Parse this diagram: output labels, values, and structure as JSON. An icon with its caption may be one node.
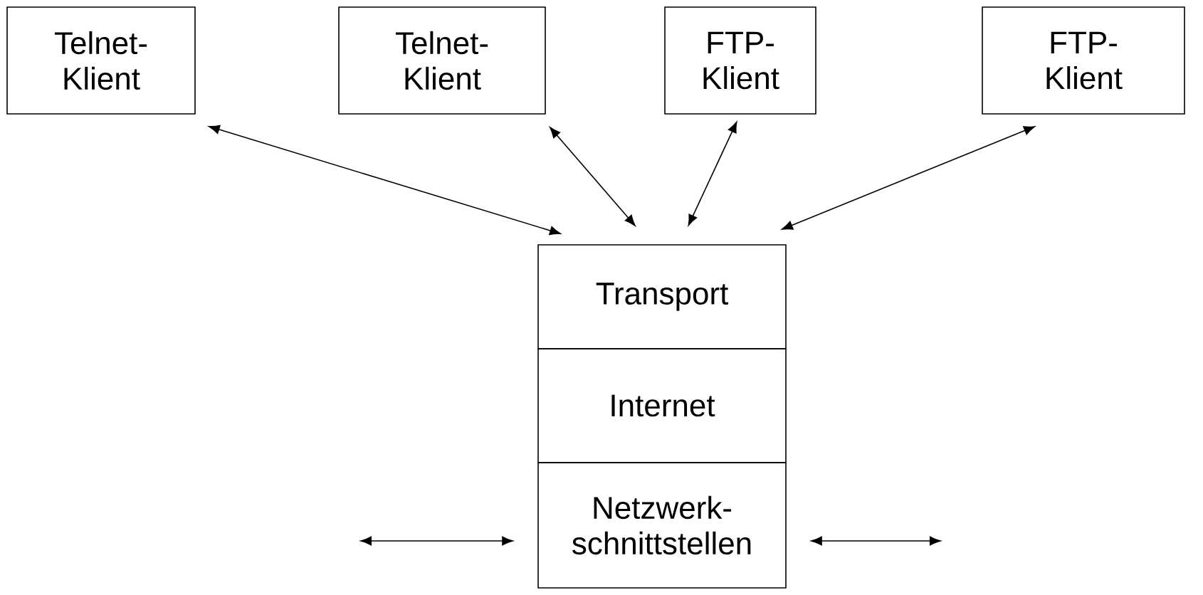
{
  "diagram": {
    "nodes": [
      {
        "text": [
          "Telnet- Klient"
        ]
      },
      {
        "text": [
          "Telnet- Klient"
        ]
      },
      {
        "text": [
          "FTP- Klient"
        ]
      },
      {
        "text": [
          "FTP- Klient"
        ]
      },
      {
        "text": [
          "Transport"
        ]
      },
      {
        "text": [
          "Internet"
        ]
      },
      {
        "text": [
          "Netzwerk- schnittstellen"
        ]
      }
    ],
    "edges": [
      {
        "from": 0,
        "to": 4,
        "arrow": "both"
      },
      {
        "from": 1,
        "to": 4,
        "arrow": "both"
      },
      {
        "from": 2,
        "to": 4,
        "arrow": "both"
      },
      {
        "from": 3,
        "to": 4,
        "arrow": "both"
      },
      {
        "from": null,
        "to": 6,
        "arrow": "both"
      },
      {
        "from": 6,
        "to": null,
        "arrow": "both"
      }
    ]
  }
}
